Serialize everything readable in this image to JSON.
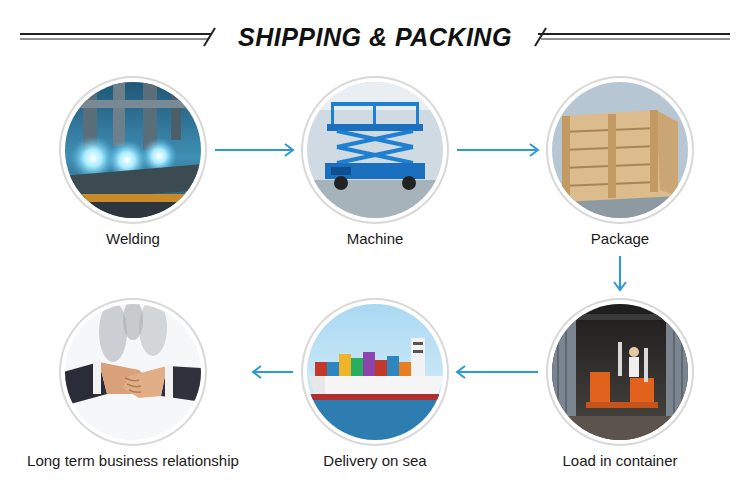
{
  "diagram": {
    "title": "SHIPPING & PACKING",
    "nodes": [
      {
        "text": [
          "Welding"
        ]
      },
      {
        "text": [
          "Machine"
        ]
      },
      {
        "text": [
          "Package"
        ]
      },
      {
        "text": [
          "Load in container"
        ]
      },
      {
        "text": [
          "Delivery on sea"
        ]
      },
      {
        "text": [
          "Long term business relationship"
        ]
      }
    ],
    "edges": [
      {
        "from": 0,
        "to": 1,
        "arrow": "to"
      },
      {
        "from": 1,
        "to": 2,
        "arrow": "to"
      },
      {
        "from": 2,
        "to": 3,
        "arrow": "to"
      },
      {
        "from": 3,
        "to": 4,
        "arrow": "to"
      },
      {
        "from": 4,
        "to": 5,
        "arrow": "to"
      }
    ]
  }
}
